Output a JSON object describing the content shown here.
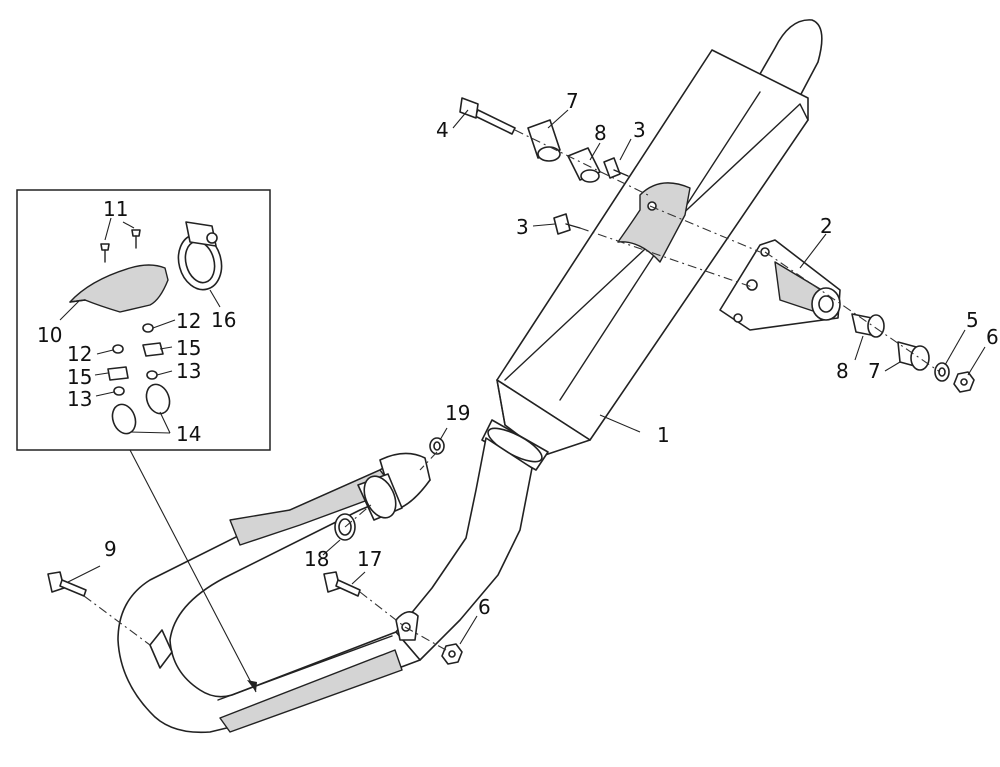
{
  "callouts": {
    "c1": "1",
    "c2": "2",
    "c3a": "3",
    "c3b": "3",
    "c4": "4",
    "c5": "5",
    "c6a": "6",
    "c6b": "6",
    "c7a": "7",
    "c7b": "7",
    "c8a": "8",
    "c8b": "8",
    "c9": "9",
    "c10": "10",
    "c11": "11",
    "c12a": "12",
    "c12b": "12",
    "c13a": "13",
    "c13b": "13",
    "c14": "14",
    "c15a": "15",
    "c15b": "15",
    "c16": "16",
    "c17": "17",
    "c18": "18",
    "c19": "19"
  }
}
